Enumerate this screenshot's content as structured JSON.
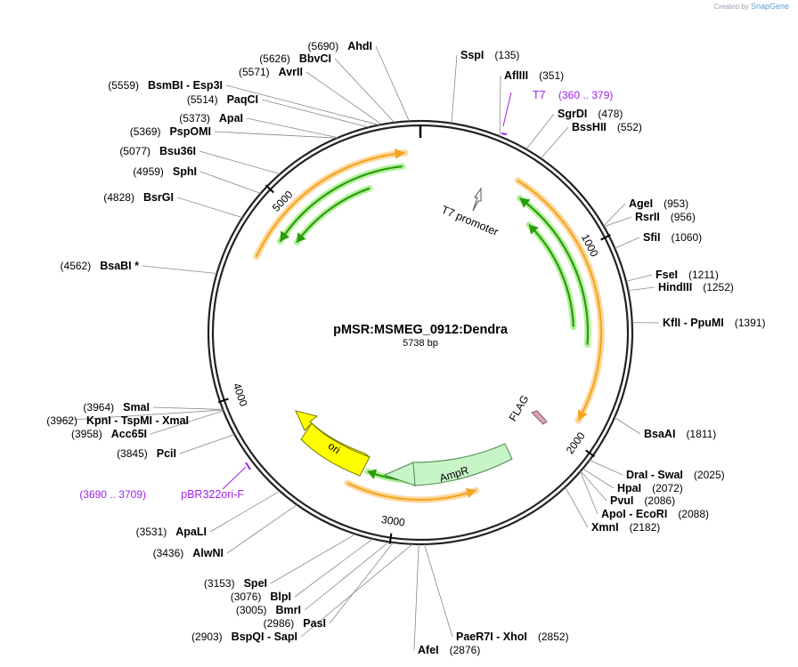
{
  "brand": {
    "prefix": "Created by",
    "name": "SnapGene"
  },
  "plasmid": {
    "name": "pMSR:MSMEG_0912:Dendra",
    "size": "5738 bp",
    "length": 5738
  },
  "ticks": [
    "1000",
    "2000",
    "3000",
    "4000",
    "5000"
  ],
  "site_labels": [
    {
      "id": "ahdi",
      "name": "AhdI",
      "pos": "(5690)",
      "bp": 5690
    },
    {
      "id": "bbvci",
      "name": "BbvCI",
      "pos": "(5626)",
      "bp": 5626
    },
    {
      "id": "avrii",
      "name": "AvrII",
      "pos": "(5571)",
      "bp": 5571
    },
    {
      "id": "bsmbi",
      "name": "BsmBI  - Esp3I",
      "pos": "(5559)",
      "bp": 5559
    },
    {
      "id": "paqci",
      "name": "PaqCI",
      "pos": "(5514)",
      "bp": 5514
    },
    {
      "id": "apai",
      "name": "ApaI",
      "pos": "(5373)",
      "bp": 5373
    },
    {
      "id": "pspomi",
      "name": "PspOMI",
      "pos": "(5369)",
      "bp": 5369
    },
    {
      "id": "bsu36i",
      "name": "Bsu36I",
      "pos": "(5077)",
      "bp": 5077
    },
    {
      "id": "sphi",
      "name": "SphI",
      "pos": "(4959)",
      "bp": 4959
    },
    {
      "id": "bsrgi",
      "name": "BsrGI",
      "pos": "(4828)",
      "bp": 4828
    },
    {
      "id": "bsabi",
      "name": "BsaBI *",
      "pos": "(4562)",
      "bp": 4562
    },
    {
      "id": "smai",
      "name": "SmaI",
      "pos": "(3964)",
      "bp": 3964
    },
    {
      "id": "kpni",
      "name": "KpnI  - TspMI  - XmaI",
      "pos": "(3962)",
      "bp": 3962
    },
    {
      "id": "acc65i",
      "name": "Acc65I",
      "pos": "(3958)",
      "bp": 3958
    },
    {
      "id": "pcii",
      "name": "PciI",
      "pos": "(3845)",
      "bp": 3845
    },
    {
      "id": "apali",
      "name": "ApaLI",
      "pos": "(3531)",
      "bp": 3531
    },
    {
      "id": "alwni",
      "name": "AlwNI",
      "pos": "(3436)",
      "bp": 3436
    },
    {
      "id": "spei",
      "name": "SpeI",
      "pos": "(3153)",
      "bp": 3153
    },
    {
      "id": "blpi",
      "name": "BlpI",
      "pos": "(3076)",
      "bp": 3076
    },
    {
      "id": "bmri",
      "name": "BmrI",
      "pos": "(3005)",
      "bp": 3005
    },
    {
      "id": "pasi",
      "name": "PasI",
      "pos": "(2986)",
      "bp": 2986
    },
    {
      "id": "bspqi",
      "name": "BspQI  - SapI",
      "pos": "(2903)",
      "bp": 2903
    },
    {
      "id": "afei",
      "name": "AfeI",
      "pos": "(2876)",
      "bp": 2876
    },
    {
      "id": "paer7i",
      "name": "PaeR7I  - XhoI",
      "pos": "(2852)",
      "bp": 2852
    },
    {
      "id": "sspi",
      "name": "SspI",
      "pos": "(135)",
      "bp": 135
    },
    {
      "id": "aflii",
      "name": "AflIII",
      "pos": "(351)",
      "bp": 351
    },
    {
      "id": "sgrdi",
      "name": "SgrDI",
      "pos": "(478)",
      "bp": 478
    },
    {
      "id": "bsshii",
      "name": "BssHII",
      "pos": "(552)",
      "bp": 552
    },
    {
      "id": "agei",
      "name": "AgeI",
      "pos": "(953)",
      "bp": 953
    },
    {
      "id": "rsrii",
      "name": "RsrII",
      "pos": "(956)",
      "bp": 956
    },
    {
      "id": "sfii",
      "name": "SfiI",
      "pos": "(1060)",
      "bp": 1060
    },
    {
      "id": "fsei",
      "name": "FseI",
      "pos": "(1211)",
      "bp": 1211
    },
    {
      "id": "hindiii",
      "name": "HindIII",
      "pos": "(1252)",
      "bp": 1252
    },
    {
      "id": "kfli",
      "name": "KflI  - PpuMI",
      "pos": "(1391)",
      "bp": 1391
    },
    {
      "id": "bsaai",
      "name": "BsaAI",
      "pos": "(1811)",
      "bp": 1811
    },
    {
      "id": "drai",
      "name": "DraI  - SwaI",
      "pos": "(2025)",
      "bp": 2025
    },
    {
      "id": "hpai",
      "name": "HpaI",
      "pos": "(2072)",
      "bp": 2072
    },
    {
      "id": "pvui",
      "name": "PvuI",
      "pos": "(2086)",
      "bp": 2086
    },
    {
      "id": "apoi",
      "name": "ApoI  - EcoRI",
      "pos": "(2088)",
      "bp": 2088
    },
    {
      "id": "xmni",
      "name": "XmnI",
      "pos": "(2182)",
      "bp": 2182
    }
  ],
  "primer_labels": [
    {
      "id": "t7",
      "name": "T7",
      "pos": "(360 .. 379)",
      "bp": 360,
      "color": "#a020f0"
    },
    {
      "id": "pbr322ori",
      "name": "pBR322ori-F",
      "pos": "(3690 .. 3709)",
      "bp": 3690,
      "color": "#a020f0"
    }
  ],
  "features": [
    {
      "id": "t7-promoter",
      "label": "T7 promoter",
      "color": "#ffffff"
    },
    {
      "id": "flag",
      "label": "FLAG",
      "color": "#d9a3b8"
    },
    {
      "id": "ampr",
      "label": "AmpR",
      "color": "#c8f5c8"
    },
    {
      "id": "ori",
      "label": "ori",
      "color": "#ffff00"
    }
  ],
  "colors": {
    "orf": "#f5a623",
    "orf_dark": "#7a4a00",
    "cds": "#2a9d0a",
    "cds_glow": "#b6f0a0",
    "backbone": "#222222"
  }
}
